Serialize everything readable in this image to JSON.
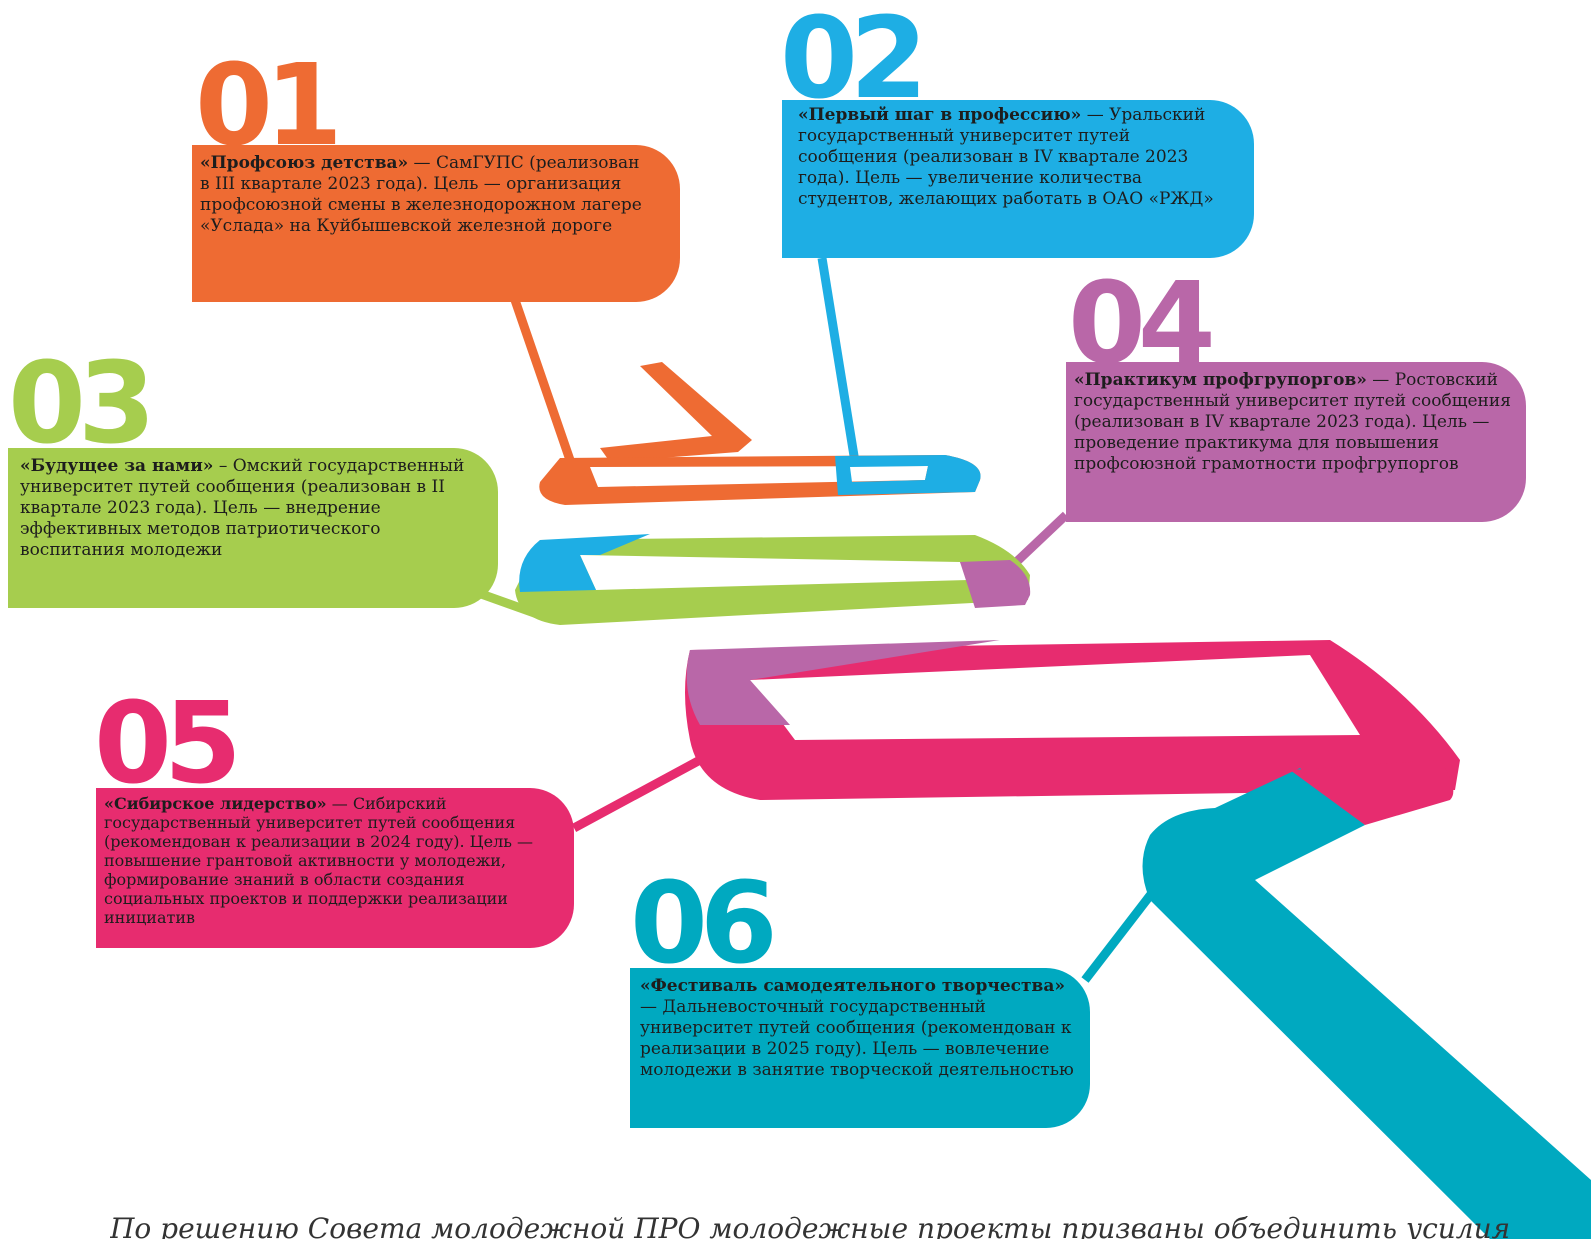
{
  "colors": {
    "orange": "#ee6b33",
    "blue": "#1eaee4",
    "green": "#a6cd4e",
    "purple": "#b967a8",
    "pink": "#e72c6f",
    "teal": "#00a9c0"
  },
  "projects": [
    {
      "number": "01",
      "title": "«Профсоюз детства»",
      "text": " — СамГУПС (реализован в III квартале 2023 года). Цель — организация профсоюзной смены в железнодорожном лагере «Услада» на Куйбышевской железной дороге"
    },
    {
      "number": "02",
      "title": "«Первый шаг в профессию»",
      "text": " — Уральский государственный университет путей сообщения (реализован в IV квартале 2023 года). Цель — увеличение количества студентов, желающих работать в ОАО «РЖД»"
    },
    {
      "number": "03",
      "title": "«Будущее за нами»",
      "text": " – Омский государственный университет путей сообщения (реализован в II квартале 2023 года). Цель — внедрение эффективных методов патриотического воспитания молодежи"
    },
    {
      "number": "04",
      "title": "«Практикум профгрупоргов»",
      "text": " — Ростовский государственный университет путей сообщения (реализован в IV квартале 2023 года). Цель — проведение практикума для повышения профсоюзной грамотности профгрупоргов"
    },
    {
      "number": "05",
      "title": "«Сибирское лидерство»",
      "text": " — Сибирский государственный университет путей сообщения (рекомендован к реализации в 2024 году). Цель — повышение грантовой активности у молодежи, формирование знаний в области создания социальных проектов и поддержки реализации инициатив"
    },
    {
      "number": "06",
      "title": "«Фестиваль самодеятельного творчества»",
      "text": " — Дальневосточный государственный университет путей сообщения (рекомендован к реализации в 2025 году). Цель — вовлечение молодежи в занятие творческой деятельностью"
    }
  ],
  "caption": "По решению Совета молодежной ПРО молодежные проекты призваны объединить усилия"
}
